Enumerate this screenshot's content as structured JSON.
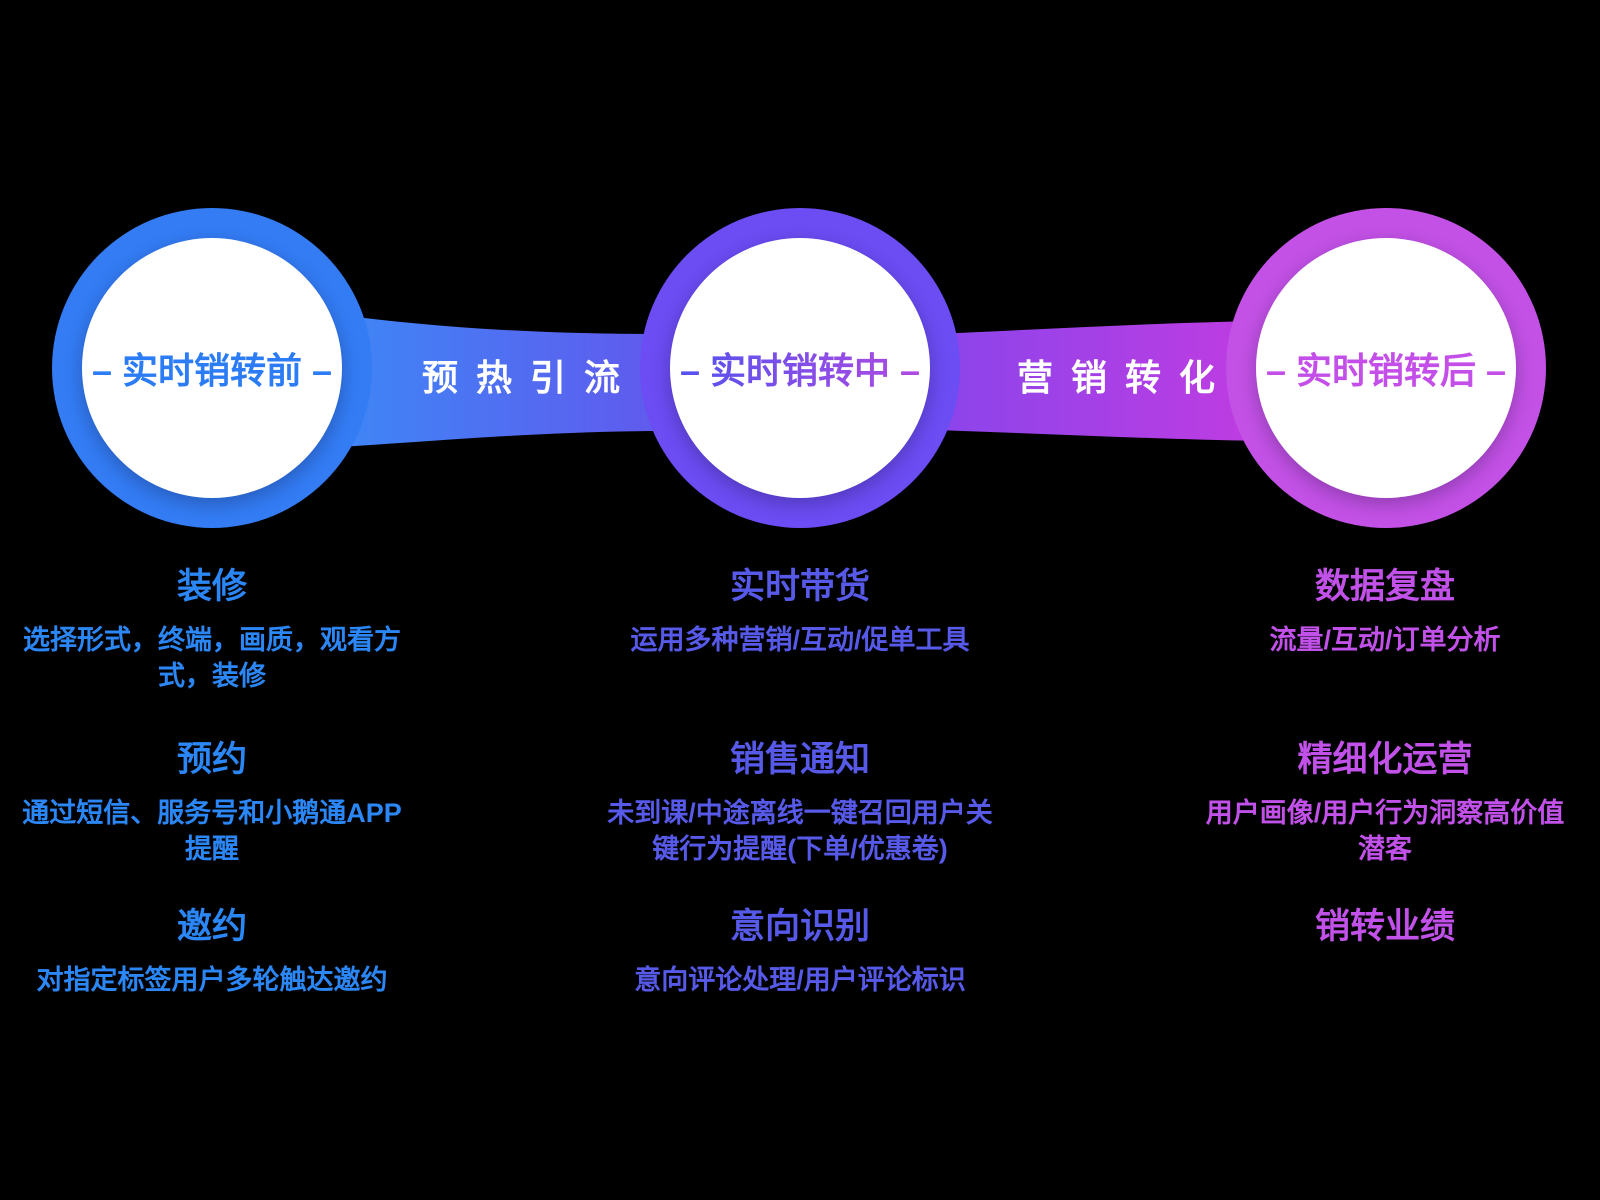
{
  "connectors": [
    {
      "label": "预热引流",
      "text_color": "#FFFFFF",
      "gradient": [
        "#3E86F6",
        "#6159ED"
      ]
    },
    {
      "label": "营销转化",
      "text_color": "#FFFFFF",
      "gradient": [
        "#8A45EB",
        "#C03CE1"
      ]
    }
  ],
  "stages": [
    {
      "ring_label": "– 实时销转前 –",
      "ring_color": "#337CF4",
      "label_color": "#2B7CF5",
      "text_color": "#2B87F6",
      "sections": [
        {
          "title": "装修",
          "desc": "选择形式，终端，画质，观看方\n式，装修"
        },
        {
          "title": "预约",
          "desc": "通过短信、服务号和小鹅通APP\n提醒"
        },
        {
          "title": "邀约",
          "desc": "对指定标签用户多轮触达邀约"
        }
      ]
    },
    {
      "ring_label": "– 实时销转中 –",
      "ring_color": "#6C4CF3",
      "label_gradient": [
        "#5452EE",
        "#B04AE2"
      ],
      "text_color": "#575AE9",
      "sections": [
        {
          "title": "实时带货",
          "desc": "运用多种营销/互动/促单工具"
        },
        {
          "title": "销售通知",
          "desc": "未到课/中途离线一键召回用户关\n键行为提醒(下单/优惠卷)"
        },
        {
          "title": "意向识别",
          "desc": "意向评论处理/用户评论标识"
        }
      ]
    },
    {
      "ring_label": "– 实时销转后 –",
      "ring_color": "#C351E6",
      "label_color": "#C44FE8",
      "text_color": "#C151E8",
      "sections": [
        {
          "title": "数据复盘",
          "desc": "流量/互动/订单分析"
        },
        {
          "title": "精细化运营",
          "desc": "用户画像/用户行为洞察高价值\n潜客"
        },
        {
          "title": "销转业绩",
          "desc": ""
        }
      ]
    }
  ]
}
